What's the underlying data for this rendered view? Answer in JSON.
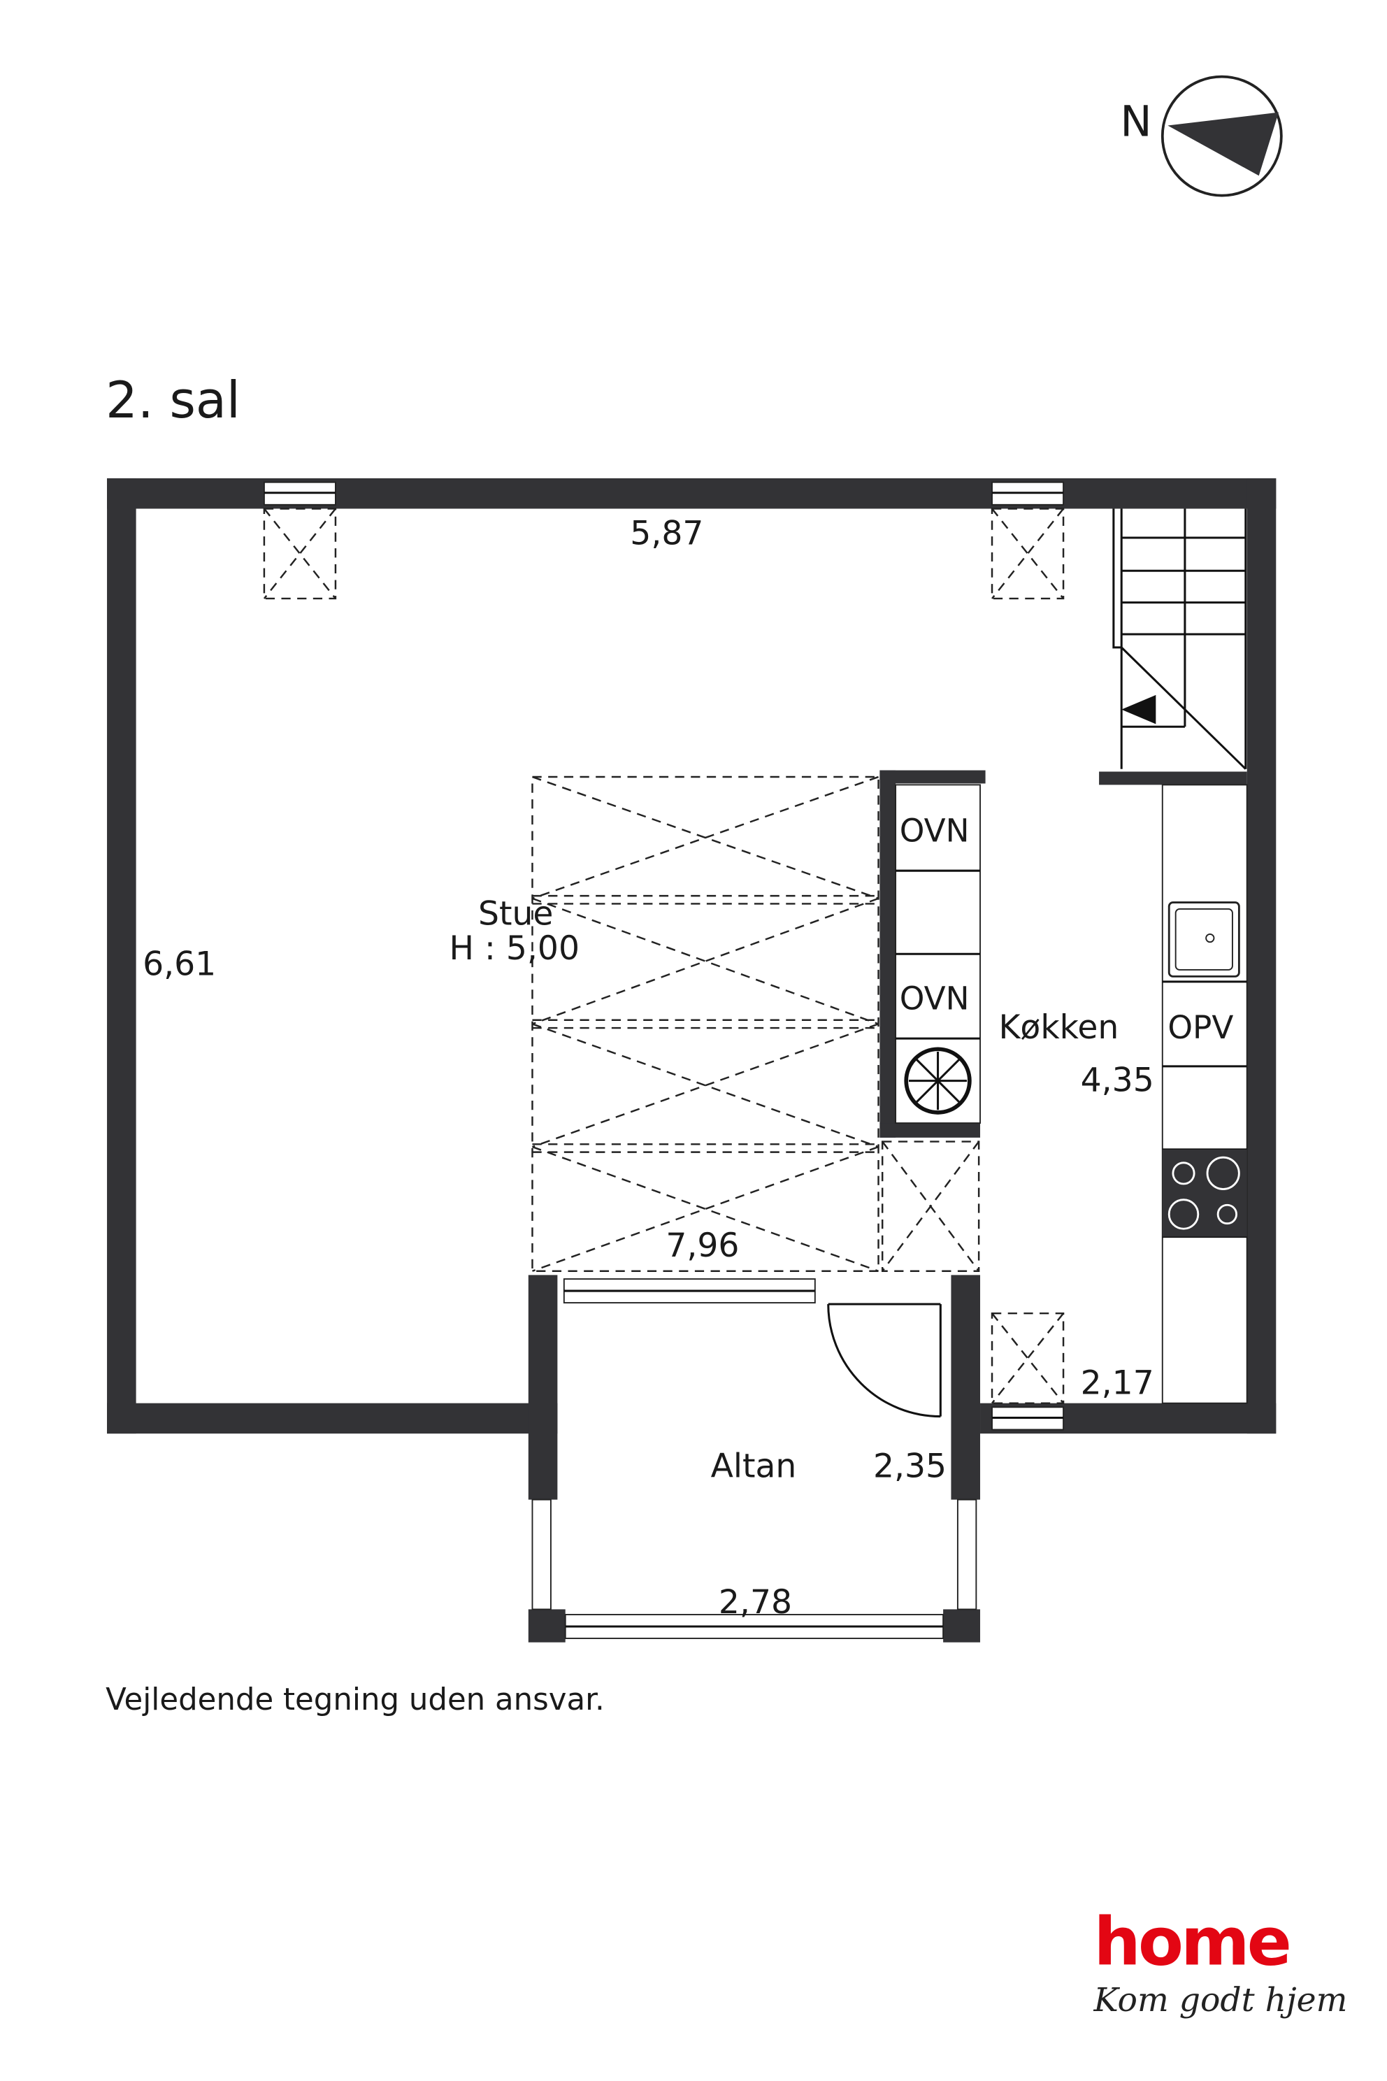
{
  "floor_title": "2. sal",
  "compass": {
    "label": "N"
  },
  "rooms": {
    "stue": {
      "name": "Stue",
      "height": "H : 5,00",
      "width": "5,87",
      "depth": "6,61",
      "void_length": "7,96"
    },
    "kokken": {
      "name": "Køkken",
      "length": "4,35",
      "width": "2,17"
    },
    "altan": {
      "name": "Altan",
      "depth": "2,35",
      "width": "2,78"
    }
  },
  "appliances": {
    "oven1": "OVN",
    "oven2": "OVN",
    "dishwasher": "OPV"
  },
  "disclaimer": "Vejledende tegning uden ansvar.",
  "logo": {
    "brand": "home",
    "tagline": "Kom godt hjem",
    "color": "#e30613"
  },
  "colors": {
    "wall": "#333336"
  }
}
